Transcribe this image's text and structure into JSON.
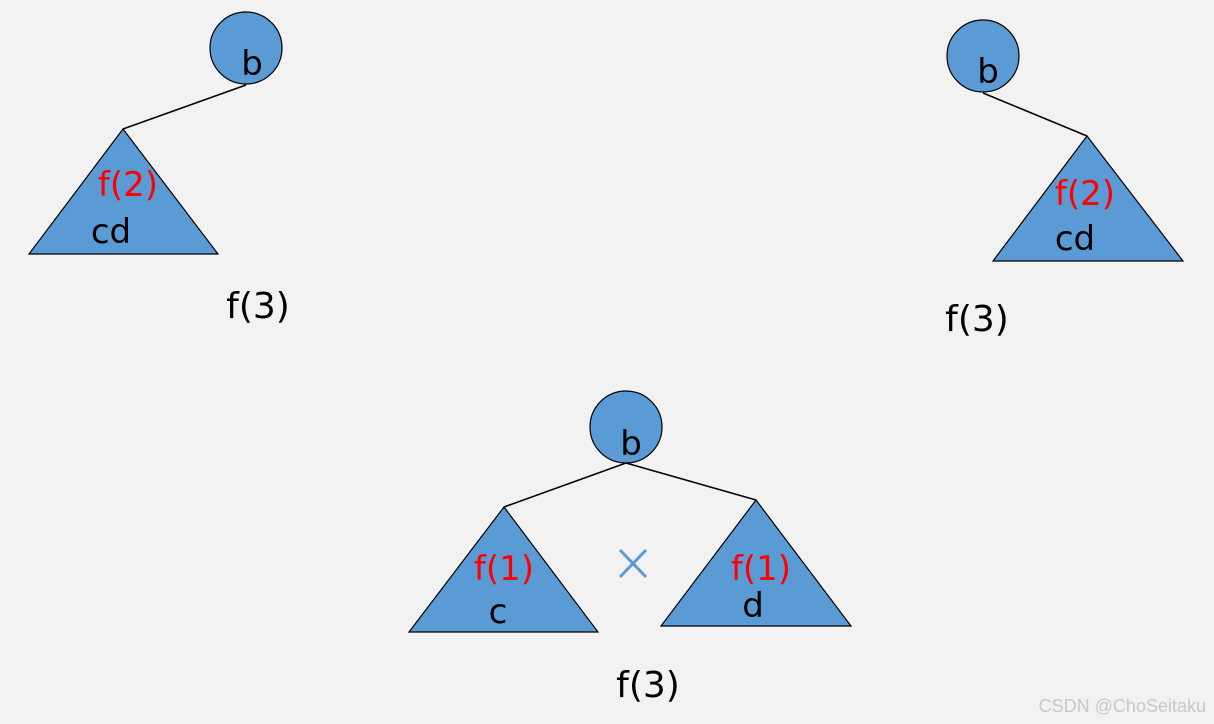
{
  "diagrams": {
    "top_left": {
      "root": "b",
      "subtree_func": "f(2)",
      "subtree_content": "cd",
      "caption": "f(3)"
    },
    "top_right": {
      "root": "b",
      "subtree_func": "f(2)",
      "subtree_content": "cd",
      "caption": "f(3)"
    },
    "bottom": {
      "root": "b",
      "left_func": "f(1)",
      "left_content": "c",
      "right_func": "f(1)",
      "right_content": "d",
      "operator_icon": "times-icon",
      "caption": "f(3)"
    }
  },
  "colors": {
    "node_fill": "#5b9bd5",
    "func_text": "#ff0000",
    "operator": "#5b9bd5",
    "background": "#f2f2f2"
  },
  "watermark": "CSDN @ChoSeitaku"
}
